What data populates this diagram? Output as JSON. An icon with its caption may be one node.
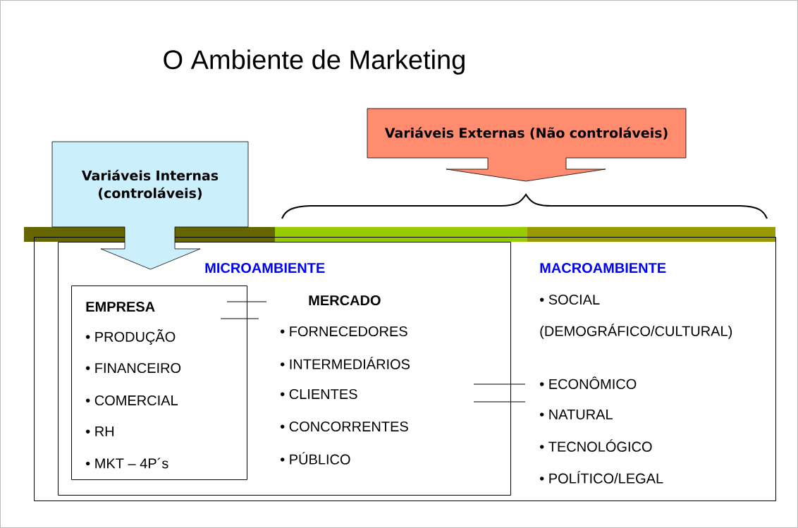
{
  "diagram": {
    "title": "O Ambiente de Marketing",
    "nodes": [
      {
        "text": [
          "Variáveis Internas (controláveis)"
        ]
      },
      {
        "text": [
          "Variáveis Externas (Não controláveis)"
        ]
      },
      {
        "text": [
          "MACROAMBIENTE",
          "• SOCIAL",
          "(DEMOGRÁFICO/CULTURAL)",
          "• ECONÔMICO",
          "• NATURAL",
          "• TECNOLÓGICO",
          "• POLÍTICO/LEGAL"
        ]
      },
      {
        "text": [
          "MICROAMBIENTE",
          "MERCADO",
          "• FORNECEDORES",
          "• INTERMEDIÁRIOS",
          "• CLIENTES",
          "• CONCORRENTES",
          "• PÚBLICO"
        ],
        "in": 2
      },
      {
        "text": [
          "EMPRESA",
          "• PRODUÇÃO",
          "• FINANCEIRO",
          "• COMERCIAL",
          "• RH",
          "• MKT – 4P´s"
        ],
        "in": 3
      }
    ]
  }
}
